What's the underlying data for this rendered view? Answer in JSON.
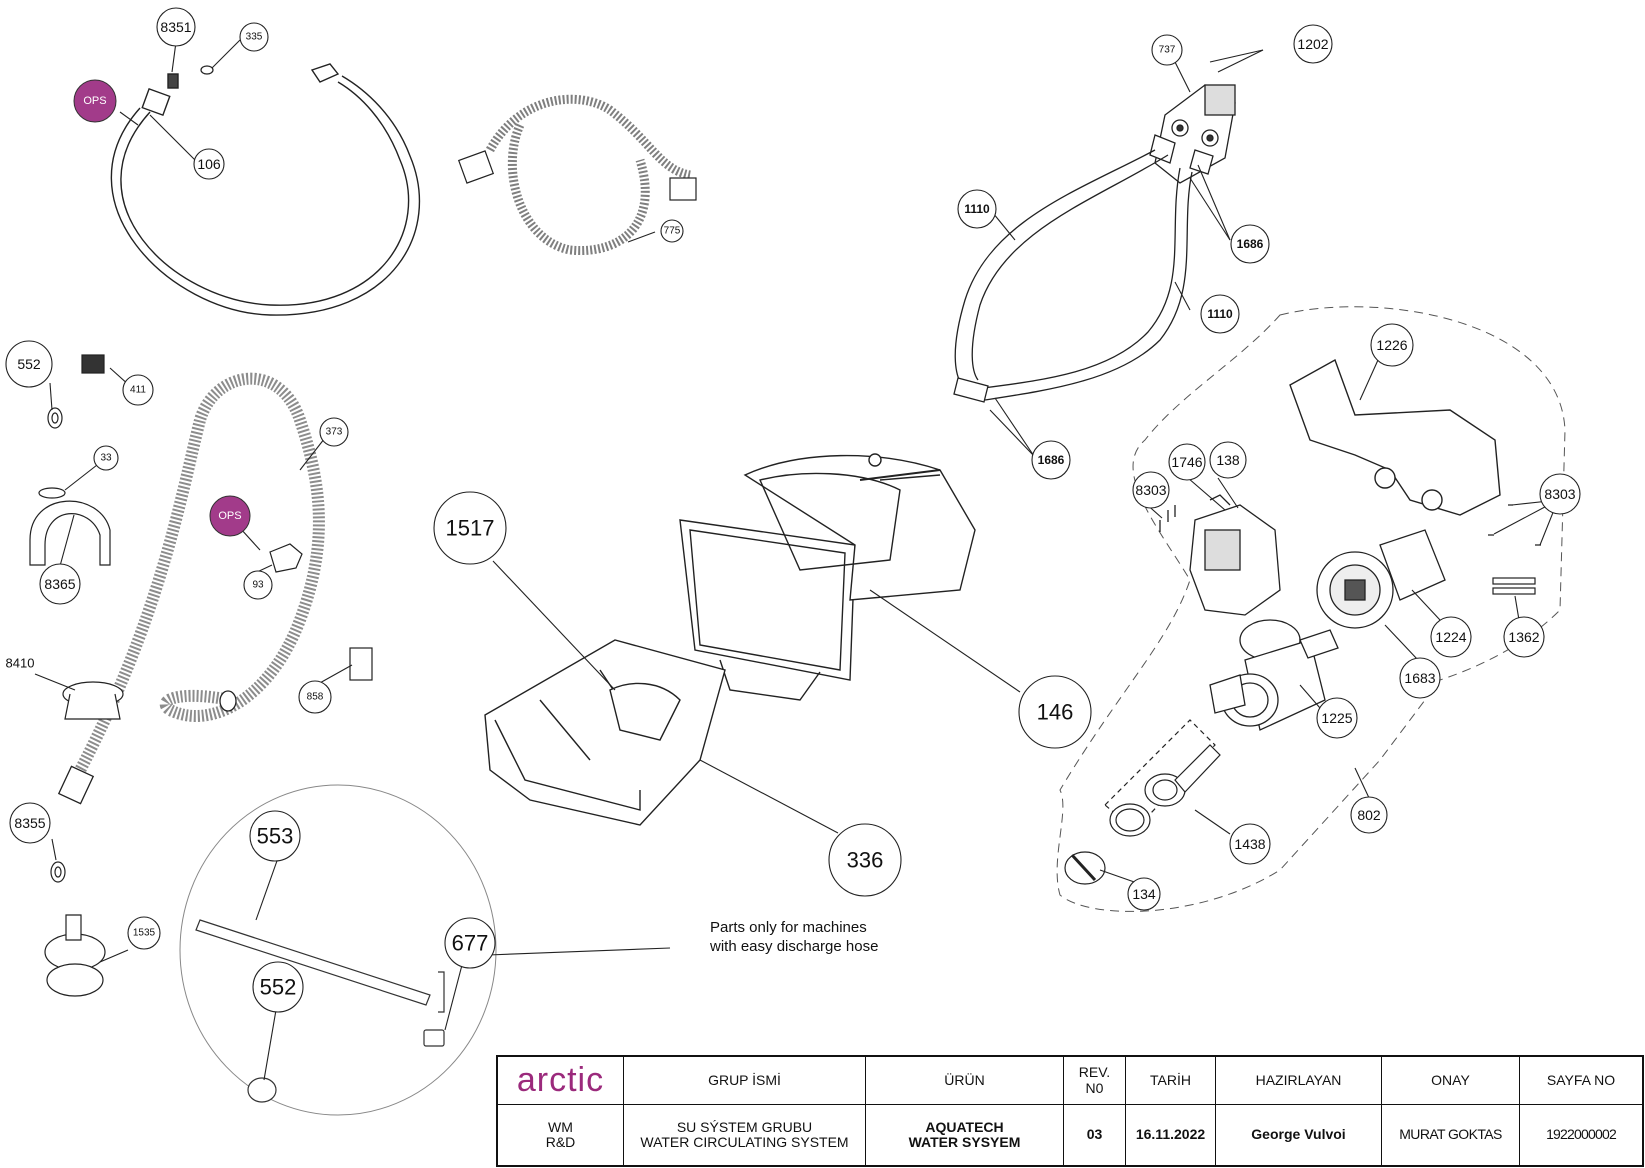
{
  "callouts": {
    "c8351": "8351",
    "c335": "335",
    "c106": "106",
    "c775": "775",
    "c737": "737",
    "c1202": "1202",
    "c1110a": "1110",
    "c1686a": "1686",
    "c1110b": "1110",
    "c1686b": "1686",
    "c552a": "552",
    "c411": "411",
    "c373": "373",
    "c33": "33",
    "c8365": "8365",
    "c93": "93",
    "c8410": "8410",
    "c858": "858",
    "c8355": "8355",
    "c1535": "1535",
    "c1517": "1517",
    "c146": "146",
    "c336": "336",
    "c553": "553",
    "c552b": "552",
    "c677": "677",
    "c1226": "1226",
    "c1746": "1746",
    "c138": "138",
    "c8303a": "8303",
    "c8303b": "8303",
    "c1224": "1224",
    "c1362": "1362",
    "c1683": "1683",
    "c1225": "1225",
    "c802": "802",
    "c1438": "1438",
    "c134": "134"
  },
  "ops_badges": {
    "top": "OPS",
    "mid": "OPS"
  },
  "note": {
    "line1": "Parts only for machines",
    "line2": "with easy discharge hose"
  },
  "title_block": {
    "logo": "arctic",
    "headers": {
      "group_name": "GRUP İSMİ",
      "product": "ÜRÜN",
      "rev": "REV.\nN0",
      "date": "TARİH",
      "prepared_by": "HAZIRLAYAN",
      "approval": "ONAY",
      "page_no": "SAYFA NO"
    },
    "values": {
      "dept": "WM\nR&D",
      "group_name": "SU SÝSTEM GRUBU\nWATER CIRCULATING SYSTEM",
      "product": "AQUATECH\nWATER SYSYEM",
      "rev": "03",
      "date": "16.11.2022",
      "prepared_by": "George Vulvoi",
      "approval": "MURAT GOKTAS",
      "page_no": "1922000002"
    }
  },
  "colors": {
    "brand": "#9b2a7c",
    "ops": "#a23b8a"
  }
}
